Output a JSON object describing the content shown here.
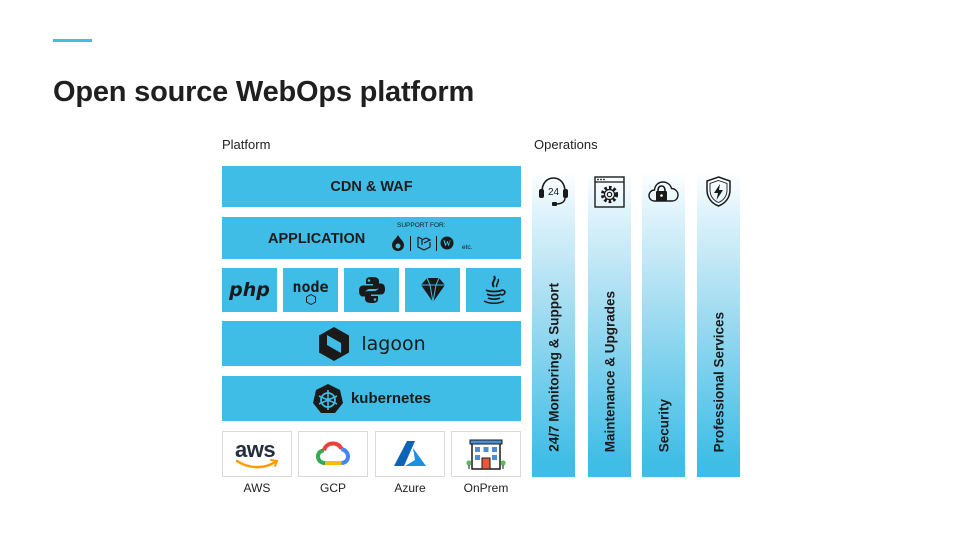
{
  "slide": {
    "title": "Open source WebOps platform"
  },
  "platform": {
    "label": "Platform",
    "cdn_layer": "CDN & WAF",
    "application_layer": {
      "label": "APPLICATION",
      "support_label": "SUPPORT FOR:",
      "etc_label": "etc."
    },
    "runtimes": [
      {
        "name": "php",
        "icon": "php-logo"
      },
      {
        "name": "node",
        "icon": "nodejs-logo"
      },
      {
        "name": "",
        "icon": "python-logo"
      },
      {
        "name": "",
        "icon": "ruby-logo"
      },
      {
        "name": "",
        "icon": "java-logo"
      }
    ],
    "lagoon_layer": "lagoon",
    "kubernetes_layer": "kubernetes",
    "providers": [
      {
        "name": "AWS",
        "logo_text": "aws",
        "icon": "aws-logo"
      },
      {
        "name": "GCP",
        "icon": "gcp-logo"
      },
      {
        "name": "Azure",
        "icon": "azure-logo"
      },
      {
        "name": "OnPrem",
        "icon": "building-icon"
      }
    ]
  },
  "operations": {
    "label": "Operations",
    "columns": [
      {
        "label": "24/7 Monitoring & Support",
        "icon_text": "24",
        "icon": "support-headset-icon"
      },
      {
        "label": "Maintenance & Upgrades",
        "icon": "gear-window-icon"
      },
      {
        "label": "Security",
        "icon": "cloud-lock-icon"
      },
      {
        "label": "Professional Services",
        "icon": "shield-bolt-icon"
      }
    ]
  },
  "colors": {
    "accent": "#3fbde6",
    "text": "#1a1a1a",
    "border": "#d9d9d9"
  }
}
